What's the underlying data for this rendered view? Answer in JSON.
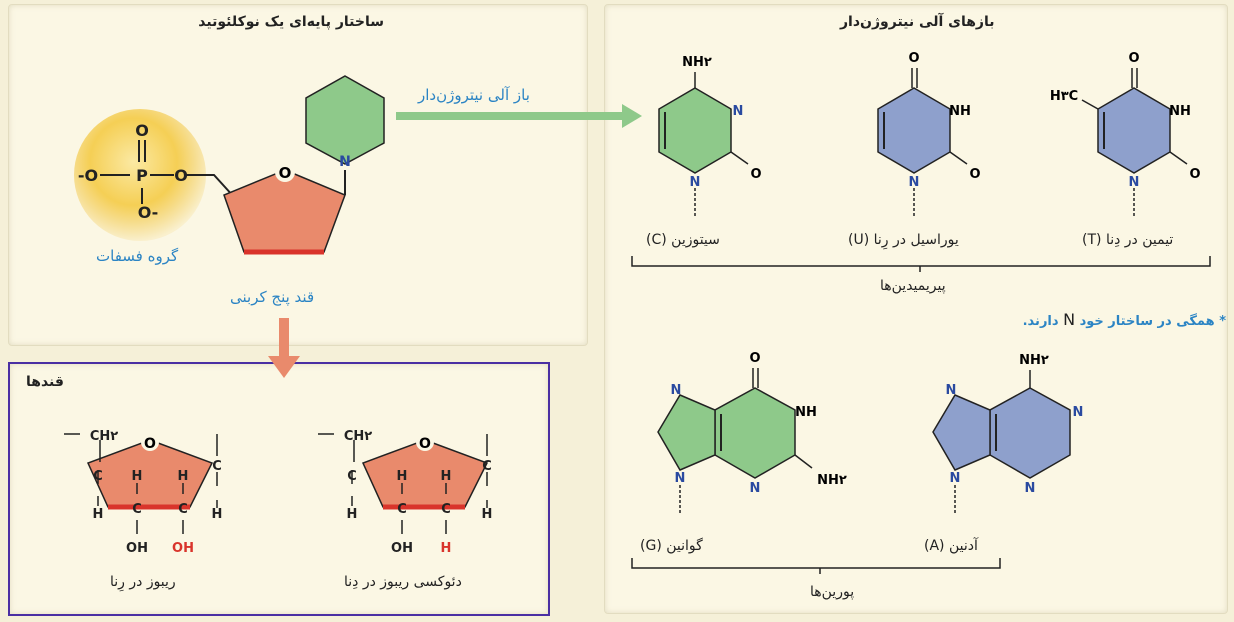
{
  "left_panel": {
    "title": "ساختار پایه‌ای یک نوکلئوتید"
  },
  "nucleotide": {
    "phosphate_label": "گروه فسفات",
    "sugar_label": "قند پنج کربنی",
    "base_label": "باز آلی نیتروژن‌دار",
    "phosphate_atoms": {
      "o_top": "O",
      "p": "P",
      "o_minus_left": "-O",
      "o_right": "O",
      "o_minus_bottom": "O-"
    },
    "ring_o": "O",
    "ring_n": "N"
  },
  "sugars_panel": {
    "title": "قندها",
    "ribose_label": "ریبوز در رِنا",
    "deoxyribose_label": "دئوکسی ریبوز در دِنا",
    "ch2": "CH۲",
    "oh": "OH",
    "h": "H",
    "c": "C",
    "o": "O"
  },
  "right_panel": {
    "title": "بازهای آلی نیتروژن‌دار",
    "pyrimidines_label": "پیریمیدین‌ها",
    "purines_label": "پورین‌ها",
    "note_prefix": "* همگی در ساختار خود",
    "note_n": "N",
    "note_suffix": "دارند.",
    "cytosine_label": "سیتوزین (C)",
    "uracil_label": "یوراسیل در رِنا (U)",
    "thymine_label": "تیمین در دِنا (T)",
    "guanine_label": "گوانین (G)",
    "adenine_label": "آدنین (A)",
    "nh2": "NH۲",
    "h3c": "H۳C",
    "nh": "NH",
    "n": "N",
    "o": "O"
  },
  "colors": {
    "green": "#8ec98a",
    "blue": "#8ea0cc",
    "salmon": "#e98a6c",
    "phosphate": "#f3c64a",
    "label_blue": "#2b84c4",
    "frame_purple": "#4a2fa3",
    "red_atom": "#d9342b"
  }
}
